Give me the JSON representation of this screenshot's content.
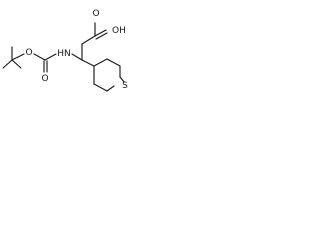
{
  "molecule": {
    "atoms": {
      "carboxyl_oh": "OH",
      "carboxyl_o": "O",
      "carbamate_o_ester": "O",
      "carbamate_o_carbonyl": "O",
      "amine_nh": "HN",
      "ring_sulfur": "S"
    }
  }
}
